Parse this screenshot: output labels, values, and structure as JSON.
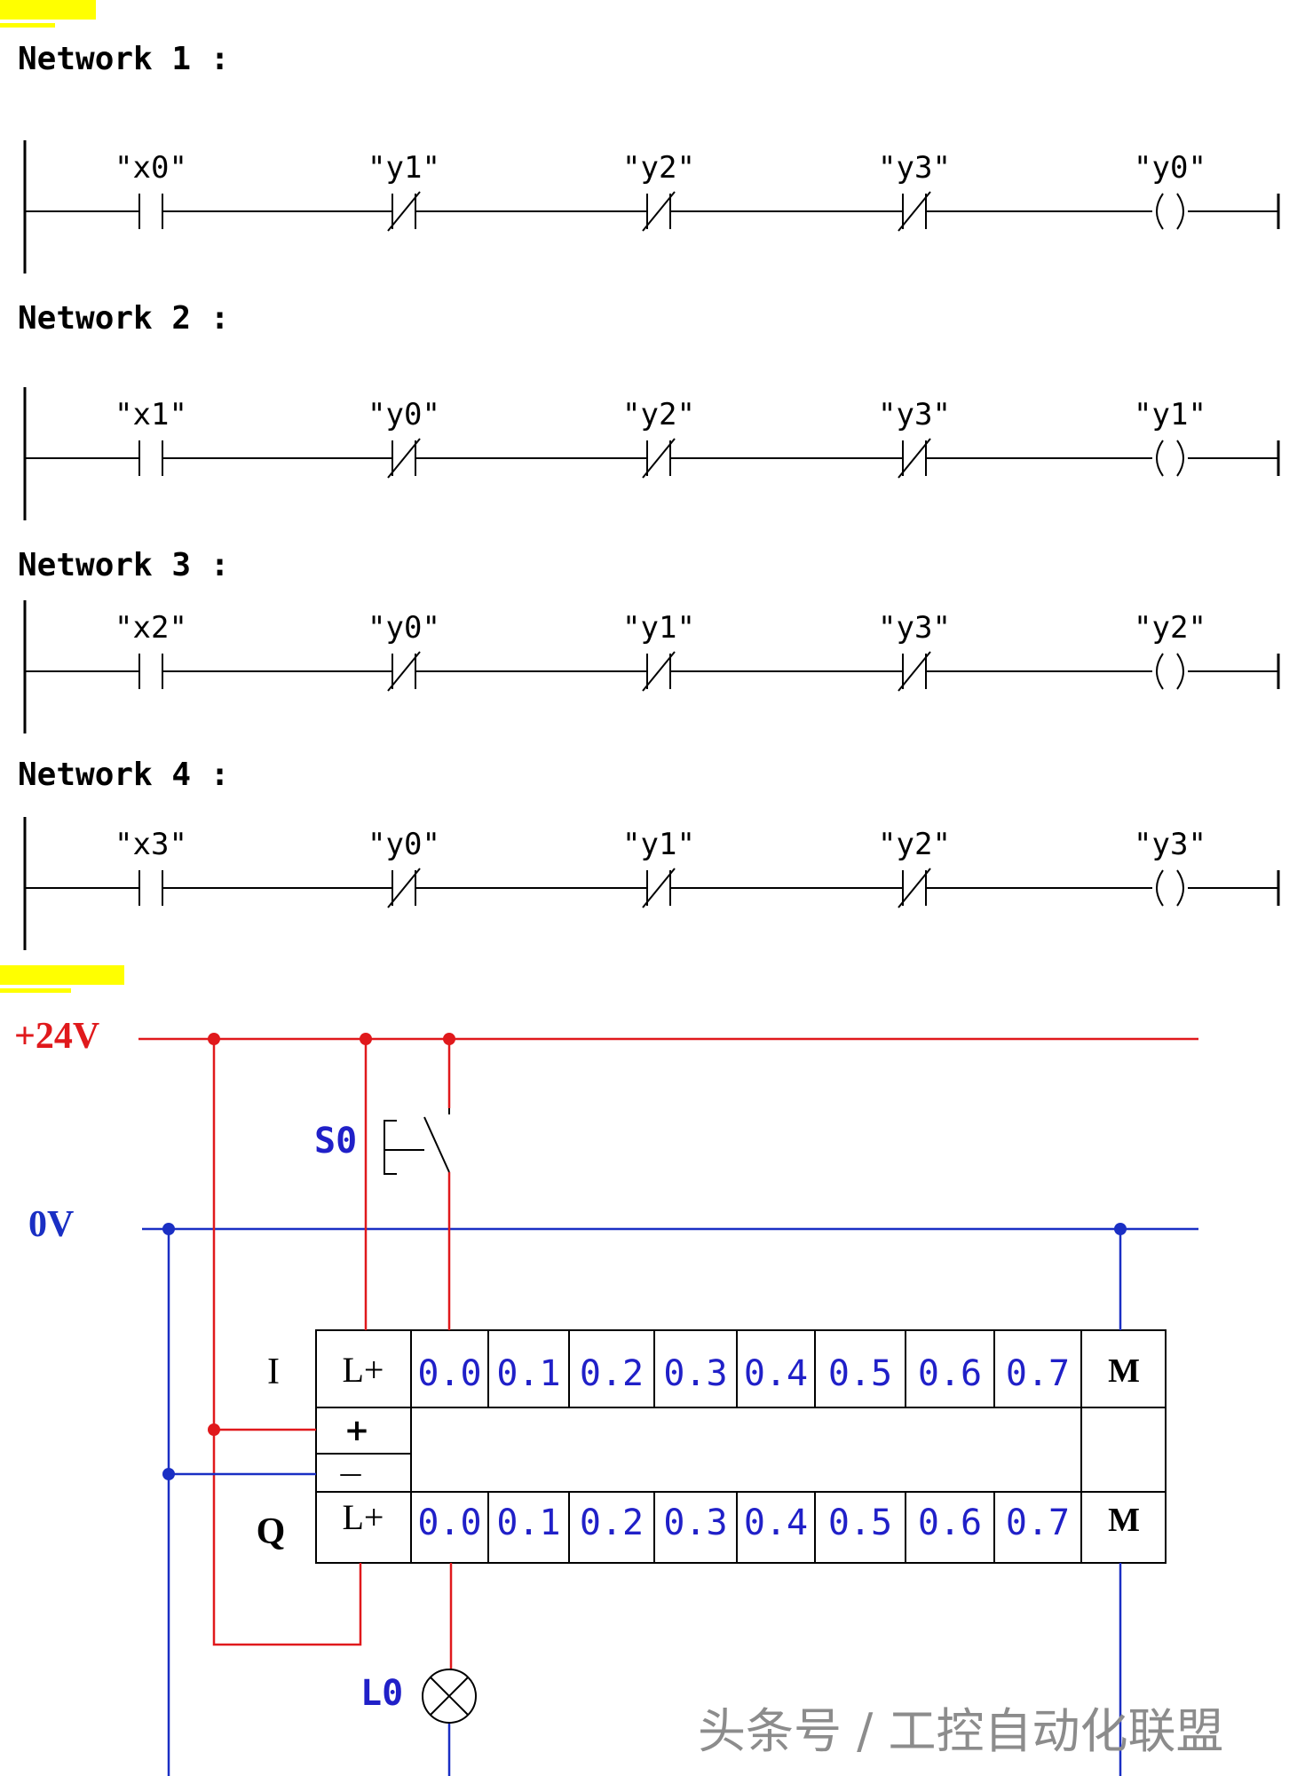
{
  "ladder": {
    "networks": [
      {
        "title": "Network 1 :",
        "contacts": [
          {
            "label": "\"x0\"",
            "type": "NO"
          },
          {
            "label": "\"y1\"",
            "type": "NC"
          },
          {
            "label": "\"y2\"",
            "type": "NC"
          },
          {
            "label": "\"y3\"",
            "type": "NC"
          }
        ],
        "coil": "\"y0\""
      },
      {
        "title": "Network 2 :",
        "contacts": [
          {
            "label": "\"x1\"",
            "type": "NO"
          },
          {
            "label": "\"y0\"",
            "type": "NC"
          },
          {
            "label": "\"y2\"",
            "type": "NC"
          },
          {
            "label": "\"y3\"",
            "type": "NC"
          }
        ],
        "coil": "\"y1\""
      },
      {
        "title": "Network 3 :",
        "contacts": [
          {
            "label": "\"x2\"",
            "type": "NO"
          },
          {
            "label": "\"y0\"",
            "type": "NC"
          },
          {
            "label": "\"y1\"",
            "type": "NC"
          },
          {
            "label": "\"y3\"",
            "type": "NC"
          }
        ],
        "coil": "\"y2\""
      },
      {
        "title": "Network 4 :",
        "contacts": [
          {
            "label": "\"x3\"",
            "type": "NO"
          },
          {
            "label": "\"y0\"",
            "type": "NC"
          },
          {
            "label": "\"y1\"",
            "type": "NC"
          },
          {
            "label": "\"y2\"",
            "type": "NC"
          }
        ],
        "coil": "\"y3\""
      }
    ]
  },
  "wiring": {
    "supply_positive": "+24V",
    "supply_zero": "0V",
    "switch_label": "S0",
    "lamp_label": "L0",
    "plc": {
      "input_row_label": "I",
      "output_row_label": "Q",
      "power_terminal": "L+",
      "plus_terminal": "+",
      "minus_terminal": "—",
      "common_terminal": "M",
      "input_terminals": [
        "0.0",
        "0.1",
        "0.2",
        "0.3",
        "0.4",
        "0.5",
        "0.6",
        "0.7"
      ],
      "output_terminals": [
        "0.0",
        "0.1",
        "0.2",
        "0.3",
        "0.4",
        "0.5",
        "0.6",
        "0.7"
      ]
    }
  },
  "watermark": "头条号 / 工控自动化联盟",
  "colors": {
    "ink": "#000000",
    "positive_wire": "#e0191c",
    "zero_wire": "#1a2fc4",
    "terminal_text": "#2020c8",
    "highlight": "#ffff00",
    "watermark": "#8c8c8c"
  }
}
